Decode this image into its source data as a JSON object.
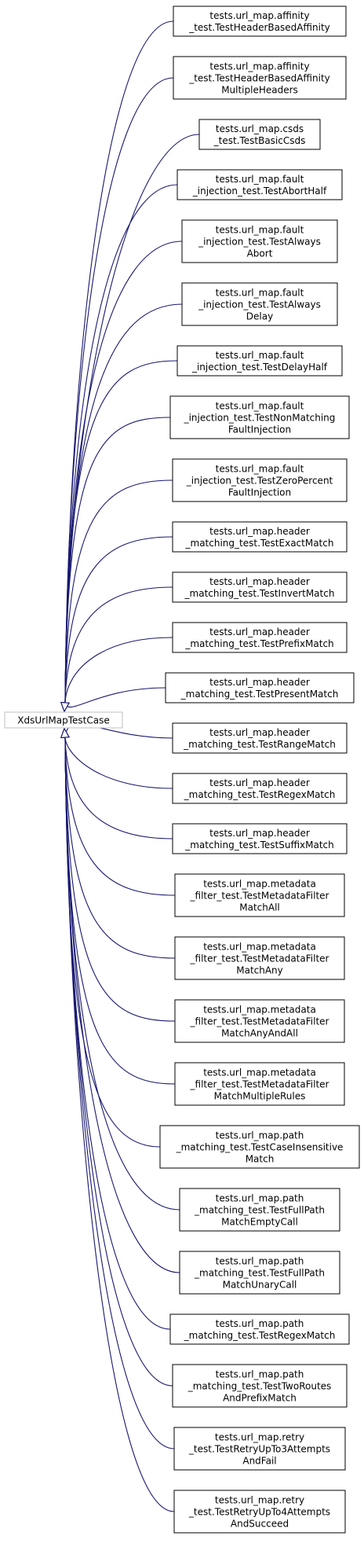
{
  "colors": {
    "edge": "#191970",
    "box_border": "#000000",
    "base_border": "#bfbfbf",
    "text": "#000000"
  },
  "base_class": {
    "lines": [
      "XdsUrlMapTestCase"
    ]
  },
  "derived_classes": [
    {
      "lines": [
        "tests.url_map.affinity",
        "_test.TestHeaderBasedAffinity"
      ]
    },
    {
      "lines": [
        "tests.url_map.affinity",
        "_test.TestHeaderBasedAffinity",
        "MultipleHeaders"
      ]
    },
    {
      "lines": [
        "tests.url_map.csds",
        "_test.TestBasicCsds"
      ]
    },
    {
      "lines": [
        "tests.url_map.fault",
        "_injection_test.TestAbortHalf"
      ]
    },
    {
      "lines": [
        "tests.url_map.fault",
        "_injection_test.TestAlways",
        "Abort"
      ]
    },
    {
      "lines": [
        "tests.url_map.fault",
        "_injection_test.TestAlways",
        "Delay"
      ]
    },
    {
      "lines": [
        "tests.url_map.fault",
        "_injection_test.TestDelayHalf"
      ]
    },
    {
      "lines": [
        "tests.url_map.fault",
        "_injection_test.TestNonMatching",
        "FaultInjection"
      ]
    },
    {
      "lines": [
        "tests.url_map.fault",
        "_injection_test.TestZeroPercent",
        "FaultInjection"
      ]
    },
    {
      "lines": [
        "tests.url_map.header",
        "_matching_test.TestExactMatch"
      ]
    },
    {
      "lines": [
        "tests.url_map.header",
        "_matching_test.TestInvertMatch"
      ]
    },
    {
      "lines": [
        "tests.url_map.header",
        "_matching_test.TestPrefixMatch"
      ]
    },
    {
      "lines": [
        "tests.url_map.header",
        "_matching_test.TestPresentMatch"
      ]
    },
    {
      "lines": [
        "tests.url_map.header",
        "_matching_test.TestRangeMatch"
      ]
    },
    {
      "lines": [
        "tests.url_map.header",
        "_matching_test.TestRegexMatch"
      ]
    },
    {
      "lines": [
        "tests.url_map.header",
        "_matching_test.TestSuffixMatch"
      ]
    },
    {
      "lines": [
        "tests.url_map.metadata",
        "_filter_test.TestMetadataFilter",
        "MatchAll"
      ]
    },
    {
      "lines": [
        "tests.url_map.metadata",
        "_filter_test.TestMetadataFilter",
        "MatchAny"
      ]
    },
    {
      "lines": [
        "tests.url_map.metadata",
        "_filter_test.TestMetadataFilter",
        "MatchAnyAndAll"
      ]
    },
    {
      "lines": [
        "tests.url_map.metadata",
        "_filter_test.TestMetadataFilter",
        "MatchMultipleRules"
      ]
    },
    {
      "lines": [
        "tests.url_map.path",
        "_matching_test.TestCaseInsensitive",
        "Match"
      ]
    },
    {
      "lines": [
        "tests.url_map.path",
        "_matching_test.TestFullPath",
        "MatchEmptyCall"
      ]
    },
    {
      "lines": [
        "tests.url_map.path",
        "_matching_test.TestFullPath",
        "MatchUnaryCall"
      ]
    },
    {
      "lines": [
        "tests.url_map.path",
        "_matching_test.TestRegexMatch"
      ]
    },
    {
      "lines": [
        "tests.url_map.path",
        "_matching_test.TestTwoRoutes",
        "AndPrefixMatch"
      ]
    },
    {
      "lines": [
        "tests.url_map.retry",
        "_test.TestRetryUpTo3Attempts",
        "AndFail"
      ]
    },
    {
      "lines": [
        "tests.url_map.retry",
        "_test.TestRetryUpTo4Attempts",
        "AndSucceed"
      ]
    }
  ]
}
